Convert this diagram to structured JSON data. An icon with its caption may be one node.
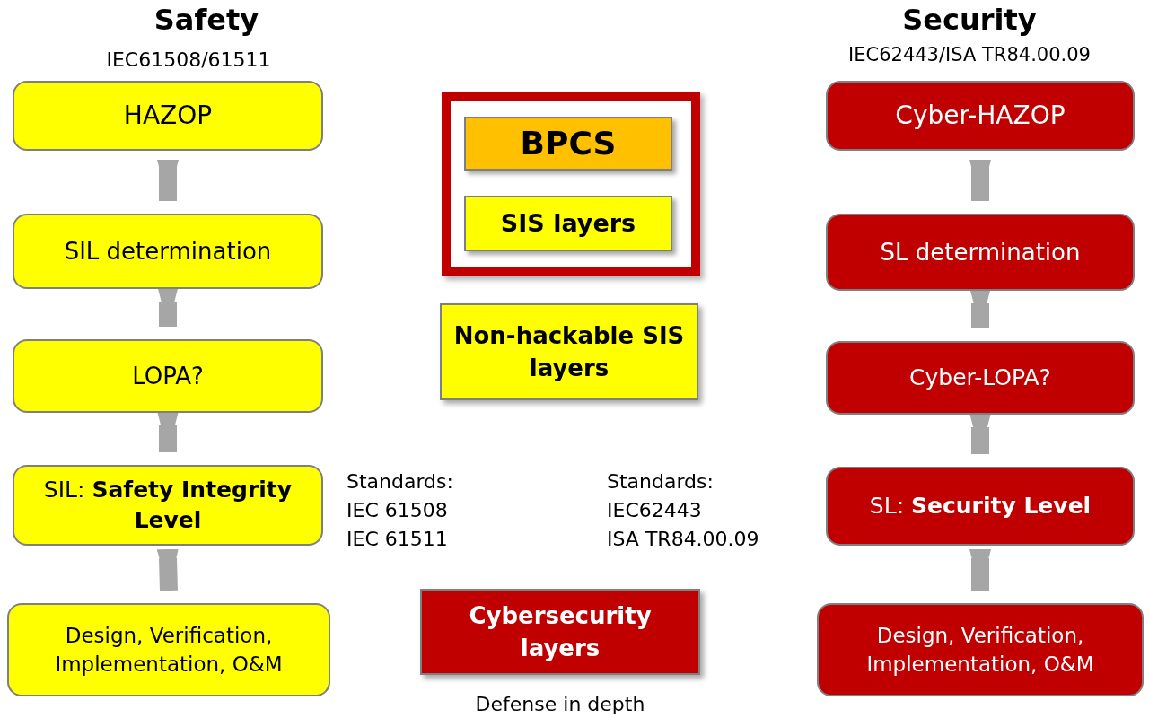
{
  "diagram": {
    "nodes": [
      {
        "text": [
          "HAZOP"
        ]
      },
      {
        "text": [
          "SIL determination"
        ]
      },
      {
        "text": [
          "LOPA?"
        ]
      },
      {
        "text": [
          "SIL: **Safety Integrity Level**"
        ]
      },
      {
        "text": [
          "Design, Verification, Implementation, O&M"
        ]
      },
      {
        "text": [],
        "shape": "box"
      },
      {
        "text": [
          "BPCS"
        ],
        "in": 5
      },
      {
        "text": [
          "SIS layers"
        ],
        "in": 5
      },
      {
        "text": [
          "Non-hackable SIS layers"
        ]
      },
      {
        "text": [
          "Cybersecurity layers"
        ],
        "beside": [
          "Defense in depth"
        ]
      },
      {
        "text": [
          "Cyber-HAZOP"
        ]
      },
      {
        "text": [
          "SL determination"
        ]
      },
      {
        "text": [
          "Cyber-LOPA?"
        ]
      },
      {
        "text": [
          "SL: **Security Level**"
        ]
      },
      {
        "text": [
          "Design, Verification, Implementation, O&M"
        ]
      }
    ],
    "edges": [
      {
        "from": 0,
        "to": 1,
        "arrow": "to"
      },
      {
        "from": 1,
        "to": 2,
        "arrow": "to"
      },
      {
        "from": 2,
        "to": 3,
        "arrow": "to"
      },
      {
        "from": 3,
        "to": 4,
        "arrow": "to"
      },
      {
        "from": 10,
        "to": 11,
        "arrow": "to"
      },
      {
        "from": 11,
        "to": 12,
        "arrow": "to"
      },
      {
        "from": 12,
        "to": 13,
        "arrow": "to"
      },
      {
        "from": 13,
        "to": 14,
        "arrow": "to"
      }
    ],
    "labels": [
      "Safety",
      "IEC61508/61511",
      "Security",
      "IEC62443/ISA TR84.00.09",
      "Standards:",
      "IEC 61508",
      "IEC 61511",
      "Standards:",
      "IEC62443",
      "ISA TR84.00.09"
    ]
  }
}
